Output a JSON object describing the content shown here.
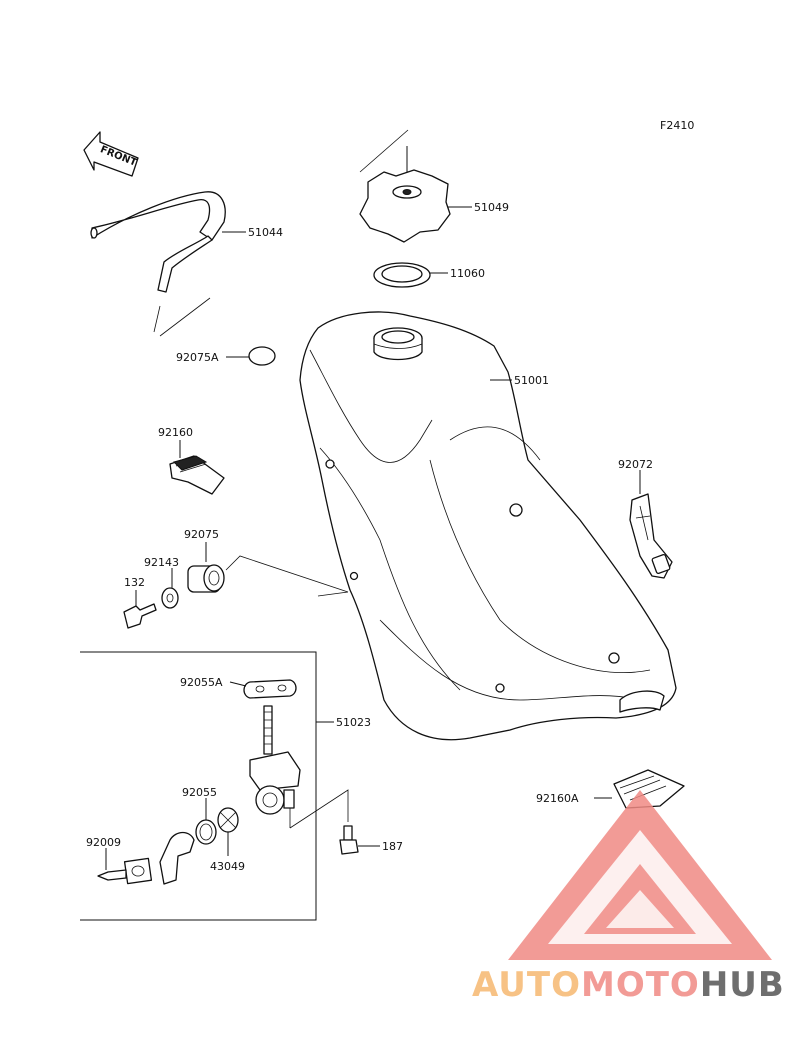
{
  "figure_code": "F2410",
  "front_label": "FRONT",
  "parts": {
    "cap": "51049",
    "cap_gasket": "11060",
    "breather_hose": "51044",
    "plug": "92075A",
    "tank": "51001",
    "cushion_upper": "92160",
    "damper": "92075",
    "collar": "92143",
    "bolt_132": "132",
    "strap": "92072",
    "fuel_cock_gasket": "92055A",
    "fuel_cock_assy": "51023",
    "oring": "92055",
    "lever": "43049",
    "screw": "92009",
    "bolt_187": "187",
    "cushion_lower": "92160A"
  },
  "watermark": {
    "part1": "AUTO",
    "part2": "MOTO",
    "part3": "HUB",
    "colors": {
      "triangle": "#f08a84",
      "auto": "#f6b870",
      "moto": "#f08a84",
      "hub": "#555555"
    }
  }
}
